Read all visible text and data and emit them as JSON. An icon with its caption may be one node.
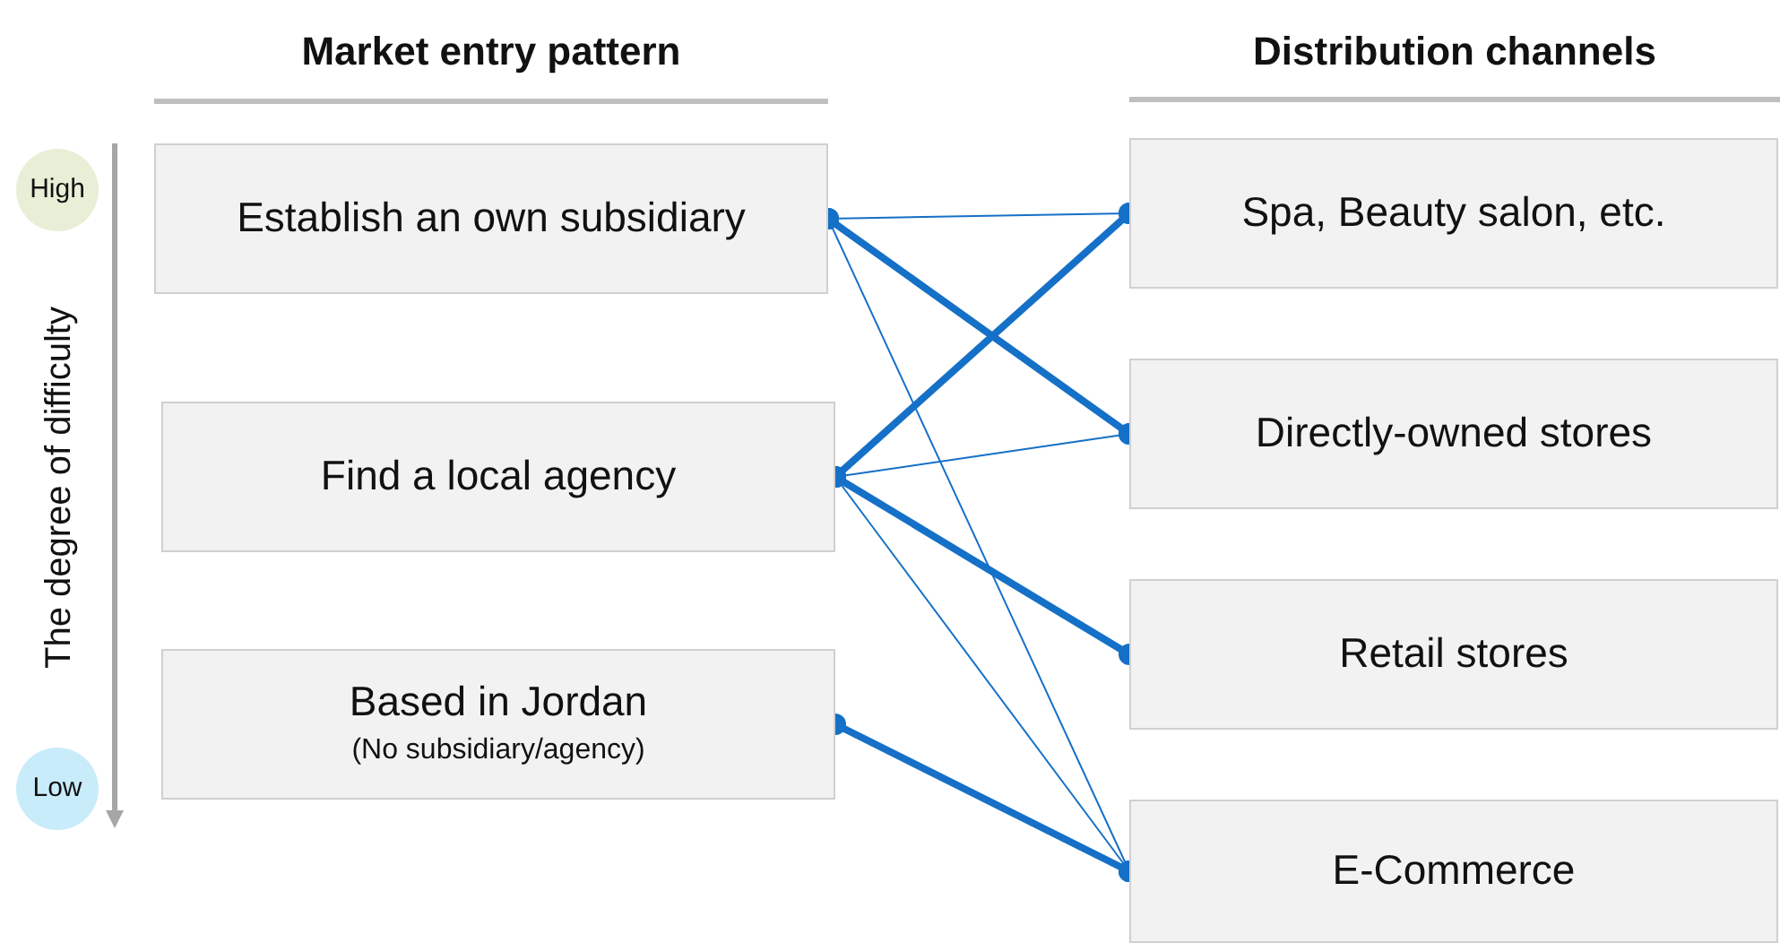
{
  "diagram": {
    "nodes": [
      {
        "text": [
          "Establish an own subsidiary"
        ]
      },
      {
        "text": [
          "Find a local agency"
        ]
      },
      {
        "text": [
          "Based in Jordan",
          "(No subsidiary/agency)"
        ]
      },
      {
        "text": [
          "Spa, Beauty salon, etc."
        ]
      },
      {
        "text": [
          "Directly-owned stores"
        ]
      },
      {
        "text": [
          "Retail stores"
        ]
      },
      {
        "text": [
          "E-Commerce"
        ]
      },
      {
        "text": [
          "High"
        ]
      },
      {
        "text": [
          "Low"
        ]
      }
    ],
    "edges": [
      {
        "from": 0,
        "to": 3,
        "arrow": "other"
      },
      {
        "from": 0,
        "to": 4,
        "arrow": "other",
        "style": "thick"
      },
      {
        "from": 0,
        "to": 6,
        "arrow": "other"
      },
      {
        "from": 1,
        "to": 3,
        "arrow": "other",
        "style": "thick"
      },
      {
        "from": 1,
        "to": 4,
        "arrow": "other"
      },
      {
        "from": 1,
        "to": 5,
        "arrow": "other",
        "style": "thick"
      },
      {
        "from": 1,
        "to": 6,
        "arrow": "other"
      },
      {
        "from": 2,
        "to": 6,
        "arrow": "other",
        "style": "thick"
      }
    ],
    "labels": [
      "Market entry pattern",
      "Distribution channels",
      "The degree of difficulty"
    ]
  }
}
